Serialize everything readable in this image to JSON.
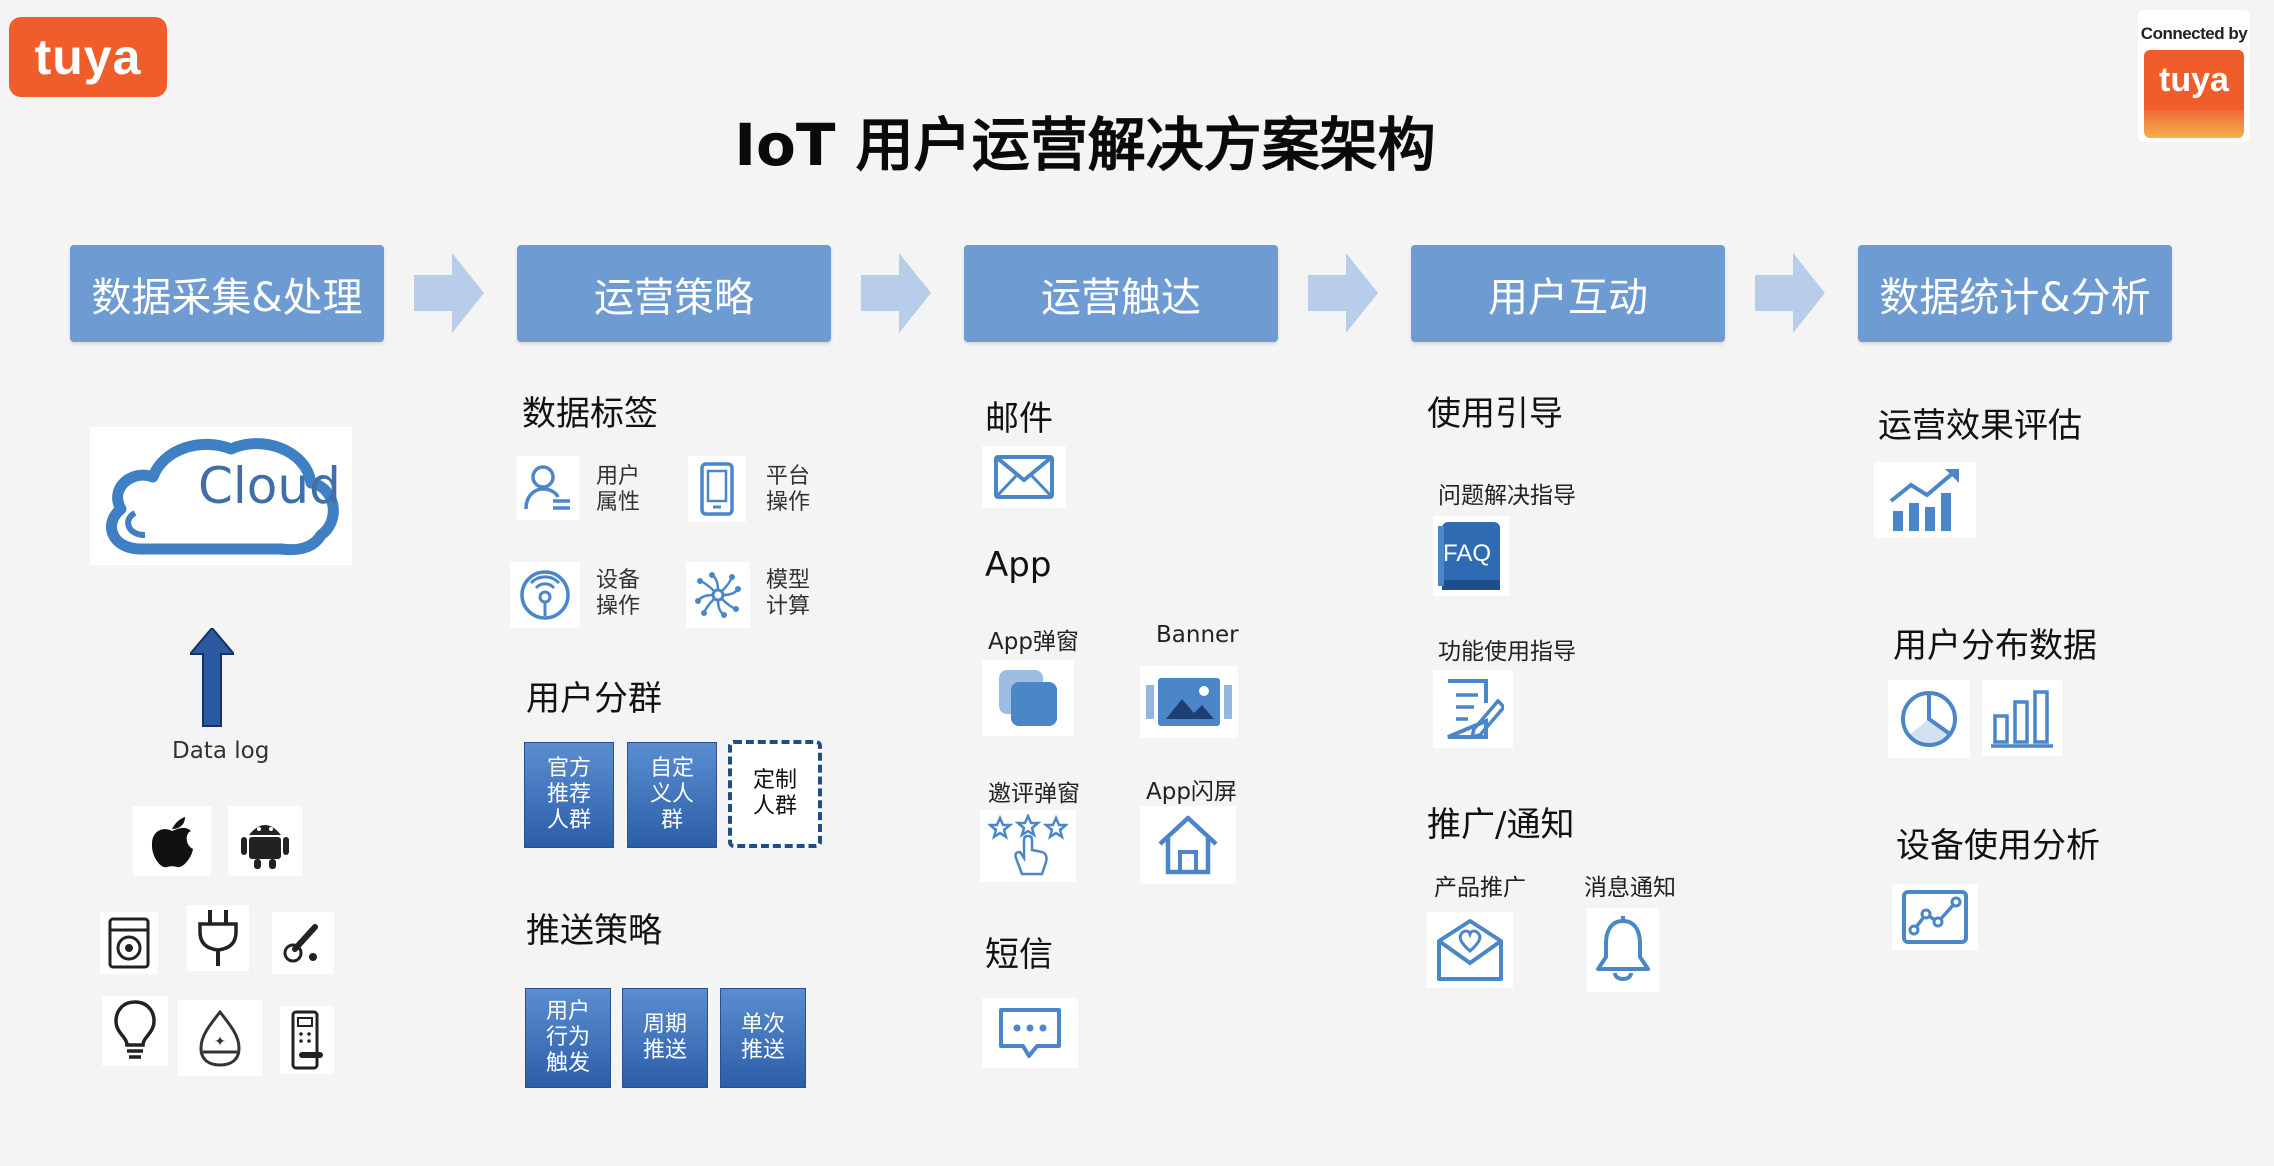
{
  "brand": {
    "logo_text": "tuya",
    "connected_by": "Connected by",
    "connected_logo": "tuya"
  },
  "title": "IoT 用户运营解决方案架构",
  "stages": [
    "数据采集&处理",
    "运营策略",
    "运营触达",
    "用户互动",
    "数据统计&分析"
  ],
  "col1": {
    "cloud_text": "Cloud",
    "data_log": "Data log"
  },
  "col2": {
    "data_tags": "数据标签",
    "tag_user_1": "用户",
    "tag_user_2": "属性",
    "tag_platform_1": "平台",
    "tag_platform_2": "操作",
    "tag_device_1": "设备",
    "tag_device_2": "操作",
    "tag_model_1": "模型",
    "tag_model_2": "计算",
    "segmentation": "用户分群",
    "seg_official_1": "官方",
    "seg_official_2": "推荐",
    "seg_official_3": "人群",
    "seg_custom_1": "自定",
    "seg_custom_2": "义人",
    "seg_custom_3": "群",
    "seg_tailored_1": "定制",
    "seg_tailored_2": "人群",
    "push_strategy": "推送策略",
    "push_behavior_1": "用户",
    "push_behavior_2": "行为",
    "push_behavior_3": "触发",
    "push_periodic_1": "周期",
    "push_periodic_2": "推送",
    "push_single_1": "单次",
    "push_single_2": "推送"
  },
  "col3": {
    "email": "邮件",
    "app": "App",
    "app_popup": "App弹窗",
    "banner": "Banner",
    "rating_popup": "邀评弹窗",
    "app_splash": "App闪屏",
    "sms": "短信"
  },
  "col4": {
    "usage_guide": "使用引导",
    "problem_guide": "问题解决指导",
    "faq": "FAQ",
    "feature_guide": "功能使用指导",
    "promo_notice": "推广/通知",
    "product_promo": "产品推广",
    "msg_notice": "消息通知"
  },
  "col5": {
    "effect_eval": "运营效果评估",
    "user_dist": "用户分布数据",
    "device_analysis": "设备使用分析"
  },
  "colors": {
    "stage_bg": "#6e9bd2",
    "icon_blue": "#4a86c8",
    "brand_orange": "#ee5d2a",
    "arrow_light": "#b8cde9"
  }
}
